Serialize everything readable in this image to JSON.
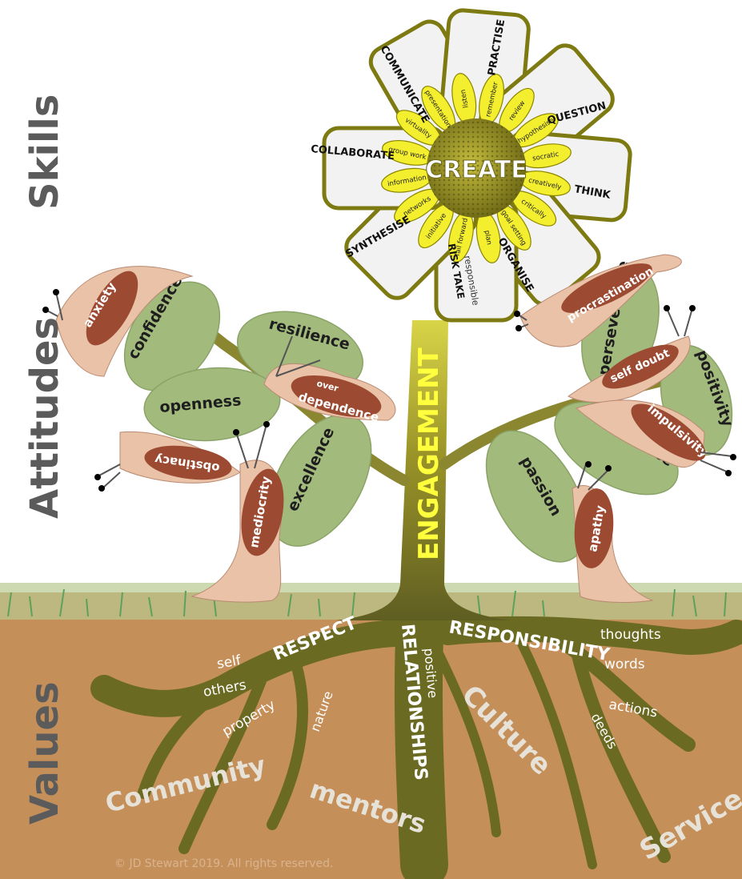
{
  "side_labels": {
    "skills": "Skills",
    "attitudes": "Attitudes",
    "values": "Values"
  },
  "flower": {
    "center": "CREATE",
    "petals": [
      "COMMUNICATE",
      "PRACTISE",
      "QUESTION",
      "THINK",
      "ORGANISE",
      "RISK TAKE",
      "SYNTHESISE",
      "COLLABORATE"
    ],
    "sub_skills": [
      "listen",
      "remember",
      "review",
      "hypothesise",
      "socratic",
      "creatively",
      "critically",
      "goal setting",
      "plan",
      "fail forward",
      "initiative",
      "networks",
      "information",
      "group work",
      "virtuality",
      "presentation"
    ],
    "responsible": "responsible"
  },
  "stem": {
    "label": "ENGAGEMENT"
  },
  "leaves": {
    "left": [
      "confidence",
      "resilience",
      "openness",
      "excellence"
    ],
    "right": [
      "perseverance",
      "positivity",
      "patience",
      "passion"
    ]
  },
  "slugs": [
    "anxiety",
    "over",
    "dependence",
    "obstinacy",
    "mediocrity",
    "procrastination",
    "self doubt",
    "impulsivity",
    "apathy"
  ],
  "roots": {
    "main": [
      "RESPECT",
      "RELATIONSHIPS",
      "RESPONSIBILITY"
    ],
    "respect": [
      "self",
      "others",
      "property",
      "nature"
    ],
    "relationships": [
      "positive"
    ],
    "responsibility": [
      "thoughts",
      "words",
      "actions",
      "deeds"
    ]
  },
  "soil_words": [
    "Community",
    "mentors",
    "Culture",
    "Service"
  ],
  "copyright": "© JD Stewart 2019. All rights reserved.",
  "colors": {
    "soil": "#c58f5a",
    "stem": "#6b6a22",
    "leaf": "#a3ba7d",
    "petal": "#f2f2f2",
    "petal_edge": "#7d7a12",
    "ray": "#f3ee2e",
    "disk": "#9e9526",
    "slug_body": "#e9c2a7",
    "slug_shell": "#9c4a32",
    "engagement_text": "#ffff3d",
    "side_label": "#5b5b5b",
    "soil_word": "#e7e2d8"
  }
}
